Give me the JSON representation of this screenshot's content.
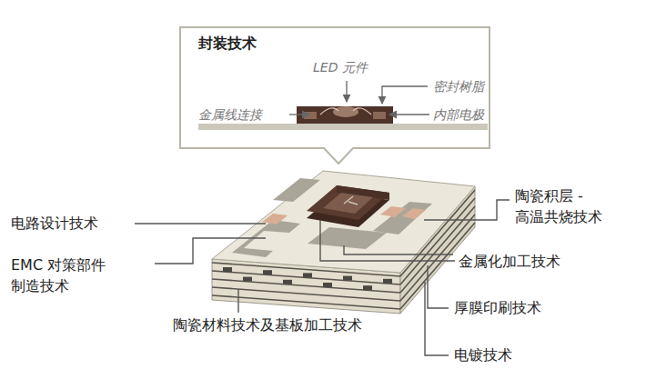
{
  "diagram": {
    "nodes": [
      {
        "text": [
          "封装技术"
        ]
      }
    ],
    "labels": [
      "LED 元件",
      "密封树脂",
      "金属线连接",
      "内部电极",
      "电路设计技术",
      "EMC 对策部件 制造技术",
      "陶瓷积层 -高温共烧技术",
      "金属化加工技术",
      "厚膜印刷技术",
      "陶瓷材料技术及基板加工技术",
      "电镀技术"
    ]
  }
}
